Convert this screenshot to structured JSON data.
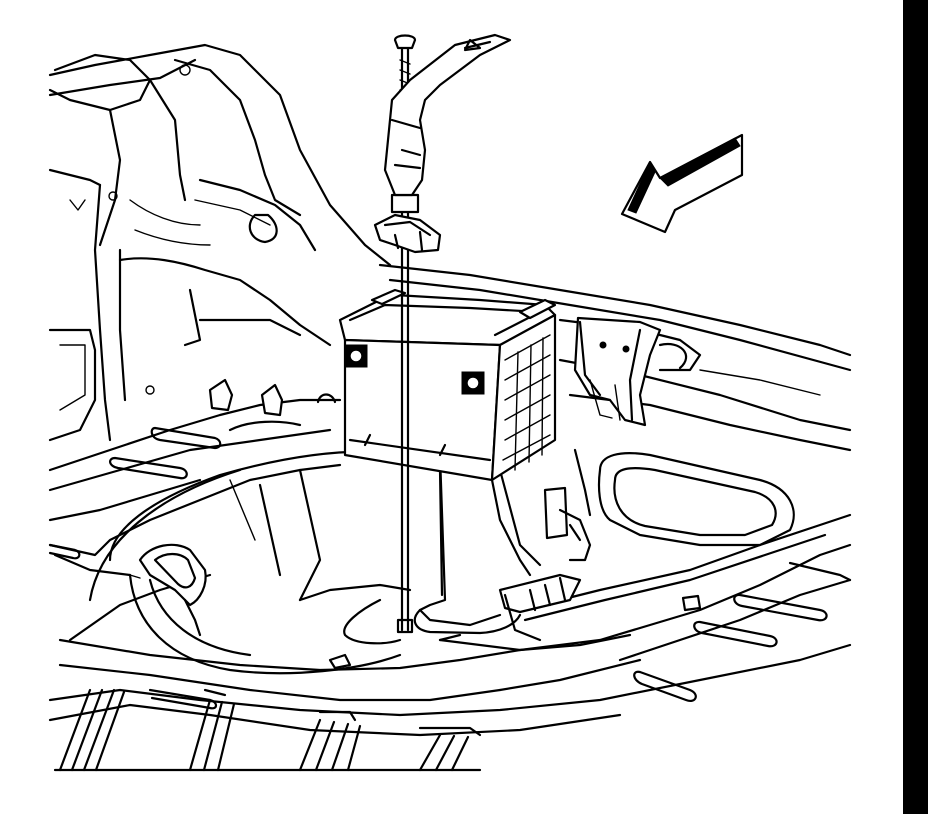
{
  "figure": {
    "description_visible_text": "",
    "colors": {
      "line": "#000000",
      "background": "#ffffff",
      "edge_bar": "#000000"
    },
    "components": [
      {
        "id": "bolt",
        "icon": "bolt-icon"
      },
      {
        "id": "hold-down-clamp",
        "icon": "clamp-icon"
      },
      {
        "id": "battery",
        "icon": "battery-icon"
      },
      {
        "id": "battery-tray",
        "icon": "tray-icon"
      },
      {
        "id": "direction-arrow",
        "icon": "arrow-left-icon"
      }
    ]
  }
}
